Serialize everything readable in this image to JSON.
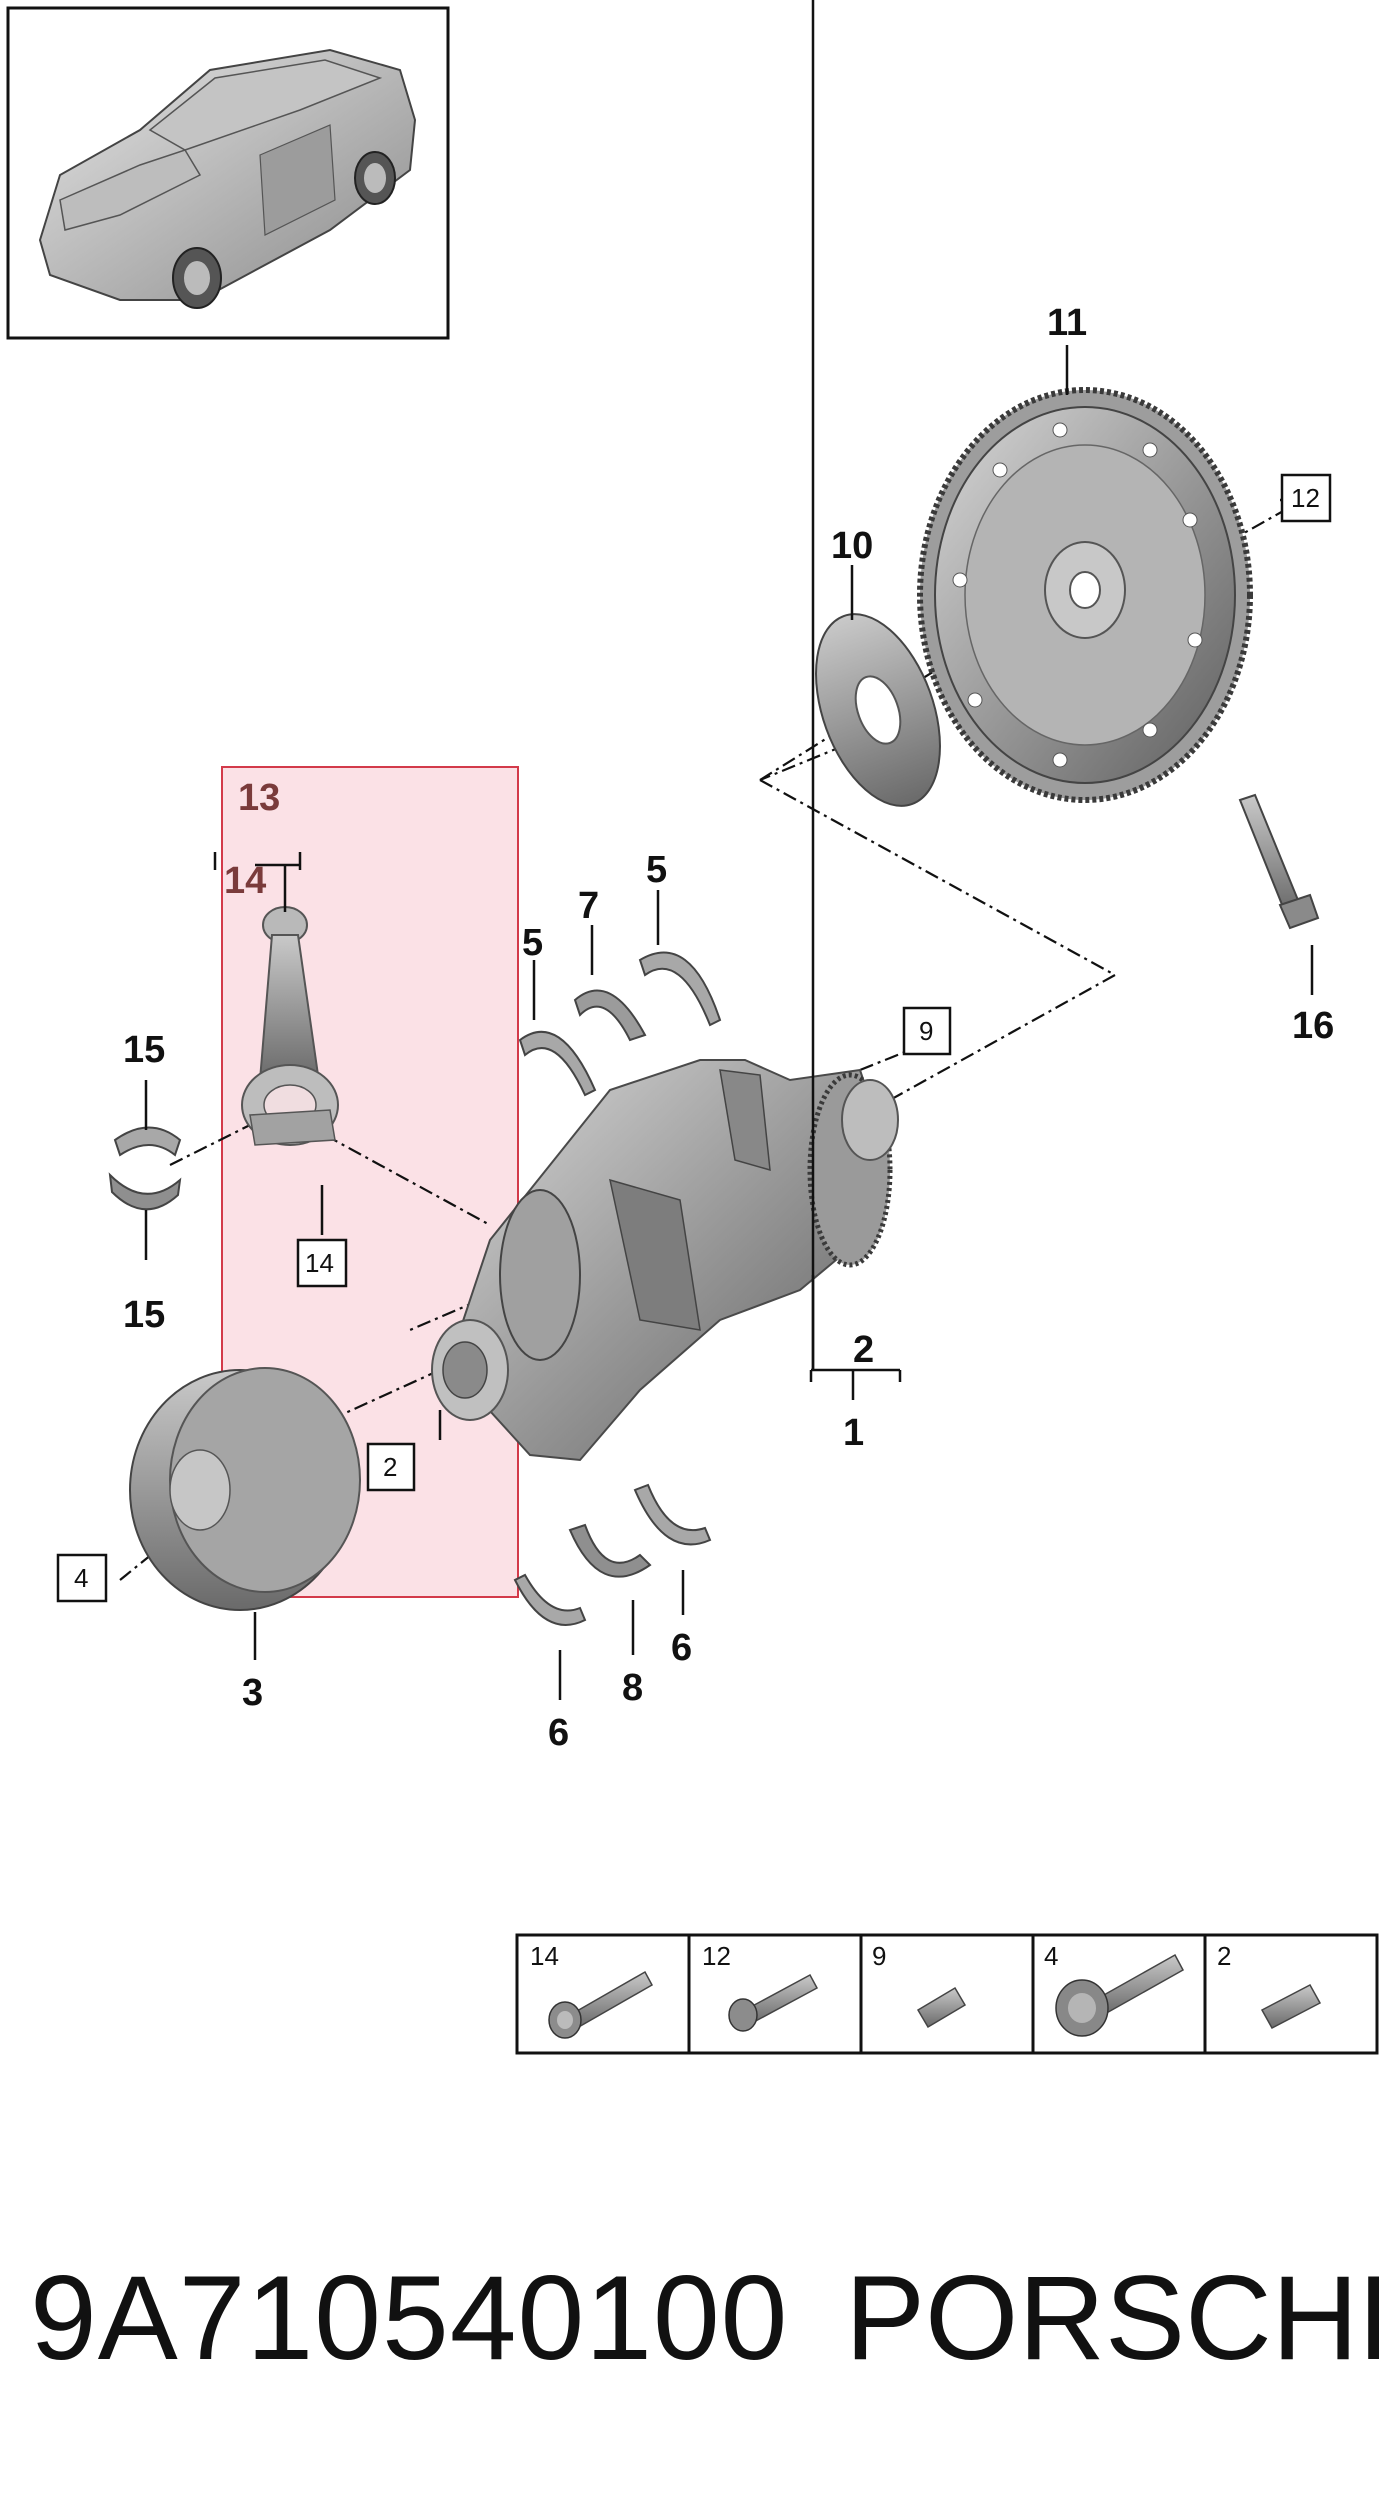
{
  "diagram": {
    "callouts": {
      "c1": "1",
      "c2": "2",
      "c3": "3",
      "c5a": "5",
      "c5b": "5",
      "c6a": "6",
      "c6b": "6",
      "c7": "7",
      "c8": "8",
      "c10": "10",
      "c11": "11",
      "c13": "13",
      "c14": "14",
      "c15a": "15",
      "c15b": "15",
      "c16": "16"
    },
    "boxed_refs": {
      "b2": "2",
      "b4": "4",
      "b9": "9",
      "b12": "12",
      "b14": "14"
    },
    "highlight_color": "#f7c6cf",
    "highlight_border": "#d33a4a"
  },
  "fastener_table": {
    "cells": [
      {
        "label": "14",
        "icon": "flanged-bolt-icon"
      },
      {
        "label": "12",
        "icon": "bolt-icon"
      },
      {
        "label": "9",
        "icon": "dowel-pin-icon"
      },
      {
        "label": "4",
        "icon": "large-flanged-bolt-icon"
      },
      {
        "label": "2",
        "icon": "dowel-pin-icon"
      }
    ]
  },
  "footer": {
    "part_number": "9A710540100",
    "brand": "PORSCHE"
  }
}
